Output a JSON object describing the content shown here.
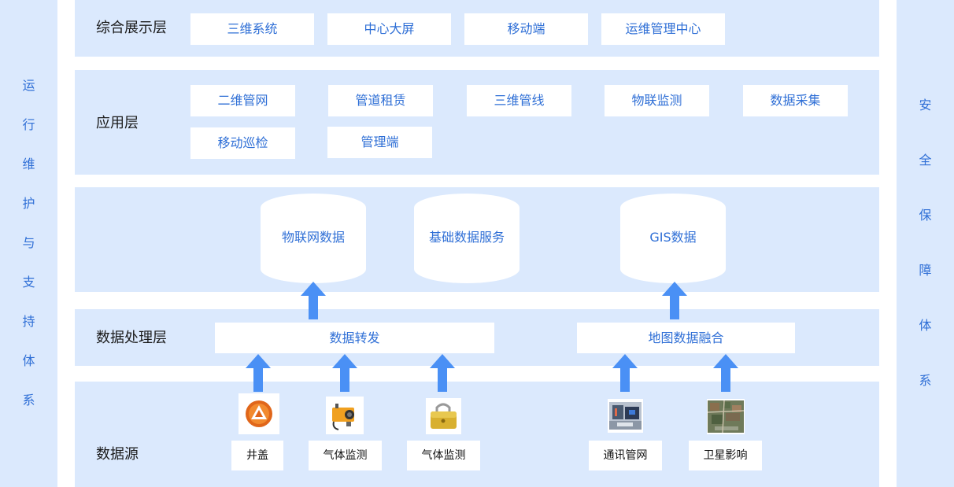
{
  "left_side": {
    "title_chars": [
      "运",
      "行",
      "维",
      "护",
      "与",
      "支",
      "持",
      "体",
      "系"
    ]
  },
  "right_side": {
    "title_chars": [
      "安",
      "全",
      "保",
      "障",
      "体",
      "系"
    ]
  },
  "presentation_layer": {
    "label": "综合展示层",
    "items": [
      "三维系统",
      "中心大屏",
      "移动端",
      "运维管理中心"
    ]
  },
  "application_layer": {
    "label": "应用层",
    "items": [
      "二维管网",
      "管道租赁",
      "三维管线",
      "物联监测",
      "数据采集",
      "移动巡检",
      "管理端"
    ]
  },
  "data_storage": {
    "cylinders": [
      "物联网数据",
      "基础数据服务",
      "GIS数据"
    ]
  },
  "processing_layer": {
    "label": "数据处理层",
    "items": [
      "数据转发",
      "地图数据融合"
    ]
  },
  "data_source_layer": {
    "label": "数据源",
    "sources": [
      {
        "label": "井盖",
        "icon": "manhole-cover-icon"
      },
      {
        "label": "气体监测",
        "icon": "gas-detector-icon"
      },
      {
        "label": "气体监测",
        "icon": "padlock-sensor-icon"
      },
      {
        "label": "通讯管网",
        "icon": "comm-network-photo-icon"
      },
      {
        "label": "卫星影响",
        "icon": "satellite-image-icon"
      }
    ]
  },
  "colors": {
    "band": "#dbe9fd",
    "accent_text": "#2f6fd6",
    "arrow": "#4a90f5",
    "box": "#ffffff"
  }
}
